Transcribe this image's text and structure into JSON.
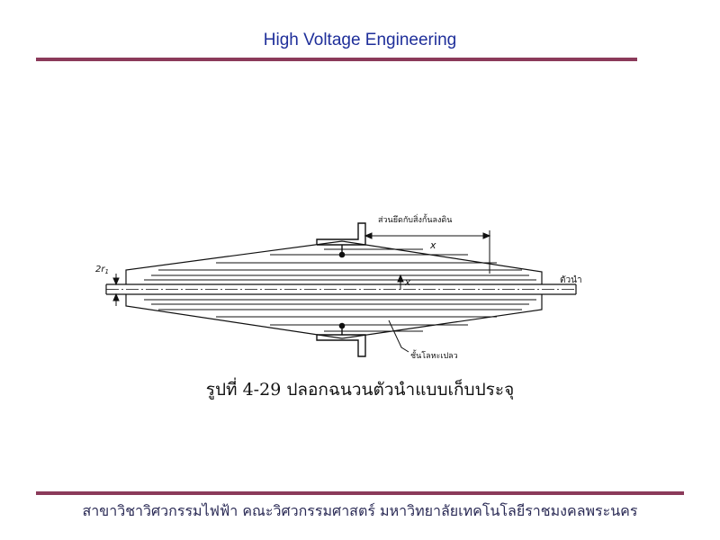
{
  "header": {
    "title": "High Voltage Engineering"
  },
  "colors": {
    "accent_rule": "#8b3a5a",
    "title": "#1f2f9a",
    "ink": "#111111"
  },
  "figure": {
    "labels": {
      "ground_flange": "ส่วนยึดกับสิ่งกั้นลงดิน",
      "x_top": "x",
      "radius": "2r",
      "radius_sub": "1",
      "conductor": "ตัวนำ",
      "x_mid": "x",
      "foil_layers": "ชั้นโลหะเปลว"
    },
    "caption": "รูปที่ 4-29 ปลอกฉนวนตัวนำแบบเก็บประจุ"
  },
  "footer": {
    "text": "สาขาวิชาวิศวกรรมไฟฟ้า คณะวิศวกรรมศาสตร์ มหาวิทยาลัยเทคโนโลยีราชมงคลพระนคร"
  }
}
